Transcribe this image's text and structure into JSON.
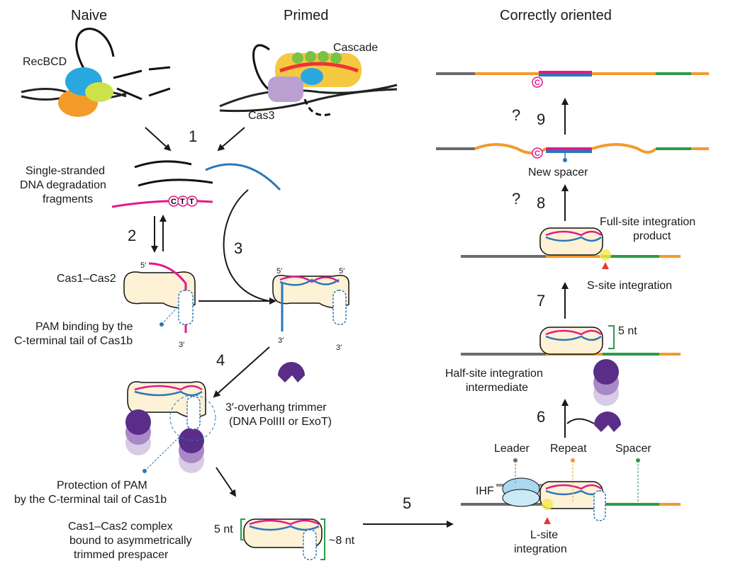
{
  "headers": {
    "naive": "Naive",
    "primed": "Primed",
    "correct": "Correctly oriented"
  },
  "proteins": {
    "recbcd": "RecBCD",
    "cascade": "Cascade",
    "cas3": "Cas3",
    "cas1cas2": "Cas1–Cas2",
    "ihf": "IHF"
  },
  "labels": {
    "ssdna": [
      "Single-stranded",
      "DNA degradation",
      "fragments"
    ],
    "pam_binding": [
      "PAM binding by the",
      "C-terminal tail of Cas1b"
    ],
    "trimmer": [
      "3′-overhang trimmer",
      "(DNA PolIII or ExoT)"
    ],
    "protection": [
      "Protection of PAM",
      "by the C-terminal tail of Cas1b"
    ],
    "complex": [
      "Cas1–Cas2 complex",
      "bound to asymmetrically",
      "trimmed prespacer"
    ],
    "five_nt": "5 nt",
    "eight_nt": "~8 nt",
    "five_nt_b": "5 nt",
    "leader": "Leader",
    "repeat": "Repeat",
    "spacer": "Spacer",
    "l_site": [
      "L-site",
      "integration"
    ],
    "half_site": [
      "Half-site integration",
      "intermediate"
    ],
    "s_site": "S-site integration",
    "full_site": [
      "Full-site integration",
      "product"
    ],
    "new_spacer": "New spacer",
    "q1": "?",
    "q2": "?",
    "prime5": "5′",
    "prime3": "3′",
    "cvalue": "C",
    "ctt": [
      "C",
      "T",
      "T"
    ]
  },
  "steps": [
    "1",
    "2",
    "3",
    "4",
    "5",
    "6",
    "7",
    "8",
    "9"
  ],
  "colors": {
    "magenta": "#e2188c",
    "blue": "#2a77b8",
    "orange": "#f39a2b",
    "green": "#2e9a4a",
    "gray": "#6b6b6b",
    "cream": "#fdf1d6",
    "purple": "#5a2d88",
    "lightblue": "#a9d8f0",
    "yellow": "#f5e94a"
  }
}
